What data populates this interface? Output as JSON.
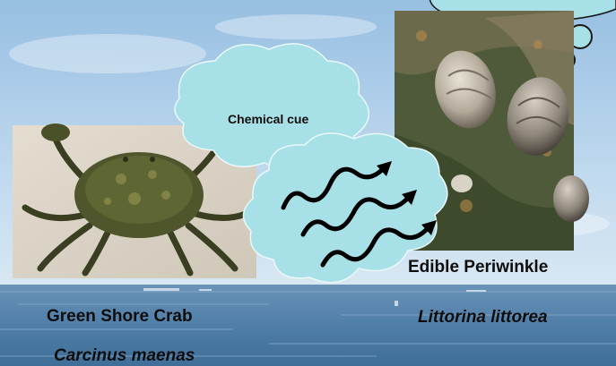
{
  "slide": {
    "cue_label": "Chemical cue",
    "crab": {
      "common_name": "Green Shore Crab",
      "scientific_name": "Carcinus maenas"
    },
    "periwinkle": {
      "common_name": "Edible Periwinkle",
      "scientific_name": "Littorina littorea"
    }
  },
  "colors": {
    "sky_top": "#9fc4e4",
    "sky_bottom": "#cfe2f2",
    "sea": "#4f7fa8",
    "cloud_fill": "#a8e0e8",
    "cloud_stroke": "#e8f8fa",
    "cue_squiggle": "#000000"
  }
}
